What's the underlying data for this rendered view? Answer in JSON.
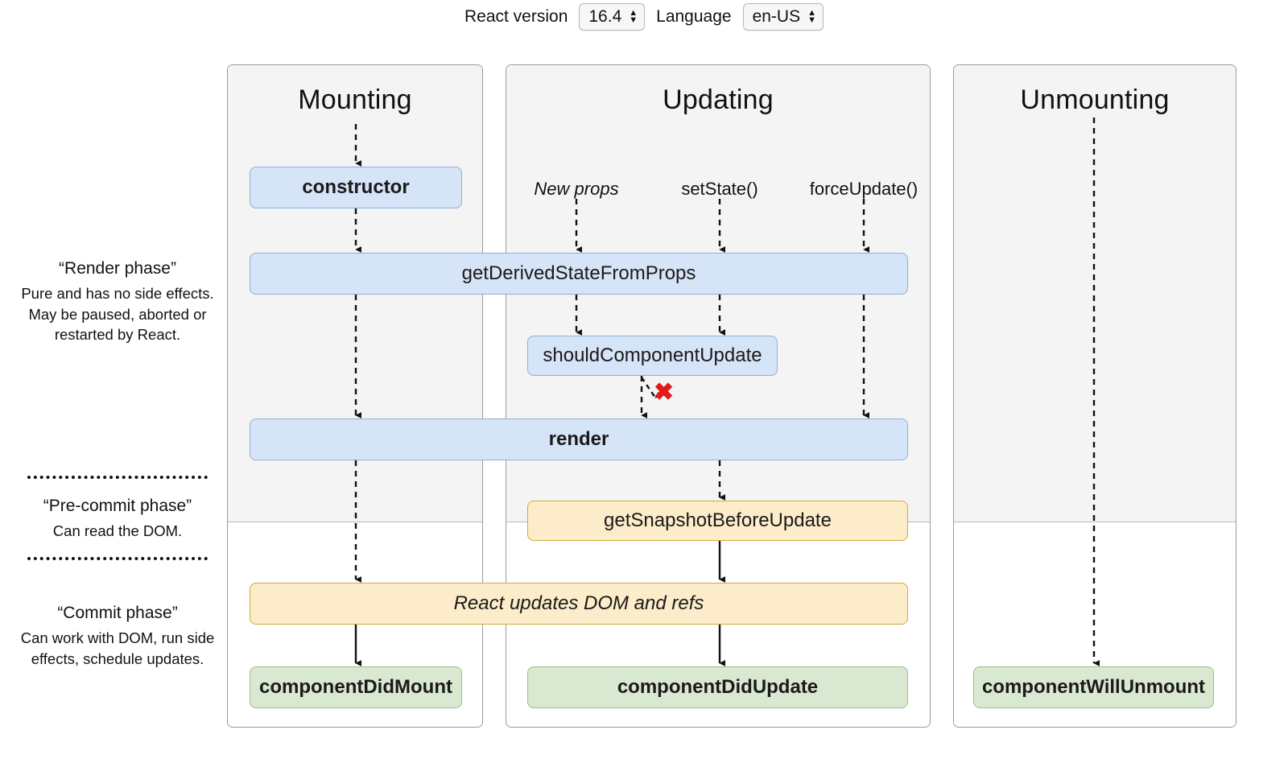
{
  "toolbar": {
    "react_version_label": "React version",
    "react_version_value": "16.4",
    "language_label": "Language",
    "language_value": "en-US",
    "spinner_up": "▲",
    "spinner_down": "▼"
  },
  "columns": [
    {
      "id": "mounting",
      "title": "Mounting"
    },
    {
      "id": "updating",
      "title": "Updating"
    },
    {
      "id": "unmounting",
      "title": "Unmounting"
    }
  ],
  "phases": [
    {
      "title": "“Render phase”",
      "desc": "Pure and has no side effects. May be paused, aborted or restarted by React."
    },
    {
      "title": "“Pre-commit phase”",
      "desc": "Can read the DOM."
    },
    {
      "title": "“Commit phase”",
      "desc": "Can work with DOM, run side effects, schedule updates."
    }
  ],
  "triggers": [
    {
      "label": "New props",
      "style": "italic"
    },
    {
      "label": "setState()",
      "style": "normal"
    },
    {
      "label": "forceUpdate()",
      "style": "normal"
    }
  ],
  "nodes": [
    {
      "id": "constructor",
      "label": "constructor",
      "color": "blue",
      "weight": "bold"
    },
    {
      "id": "gdsfp",
      "label": "getDerivedStateFromProps",
      "color": "blue",
      "weight": "normal"
    },
    {
      "id": "scu",
      "label": "shouldComponentUpdate",
      "color": "blue",
      "weight": "normal"
    },
    {
      "id": "render",
      "label": "render",
      "color": "blue",
      "weight": "bold"
    },
    {
      "id": "snapshot",
      "label": "getSnapshotBeforeUpdate",
      "color": "yellow",
      "weight": "normal"
    },
    {
      "id": "reactupdates",
      "label": "React updates DOM and refs",
      "color": "yellow",
      "weight": "italic"
    },
    {
      "id": "cdm",
      "label": "componentDidMount",
      "color": "green",
      "weight": "bold"
    },
    {
      "id": "cdu",
      "label": "componentDidUpdate",
      "color": "green",
      "weight": "bold"
    },
    {
      "id": "cwu",
      "label": "componentWillUnmount",
      "color": "green",
      "weight": "bold"
    }
  ],
  "annotations": {
    "skip_render_x": "✖"
  },
  "colors": {
    "blue_fill": "#d6e4f7",
    "blue_border": "#8fafd6",
    "yellow_fill": "#fcecc9",
    "yellow_border": "#d4a93a",
    "green_fill": "#d9e8d1",
    "green_border": "#9bbd8e",
    "panel_fill": "#f4f4f4",
    "x_red": "#e01b1b"
  }
}
